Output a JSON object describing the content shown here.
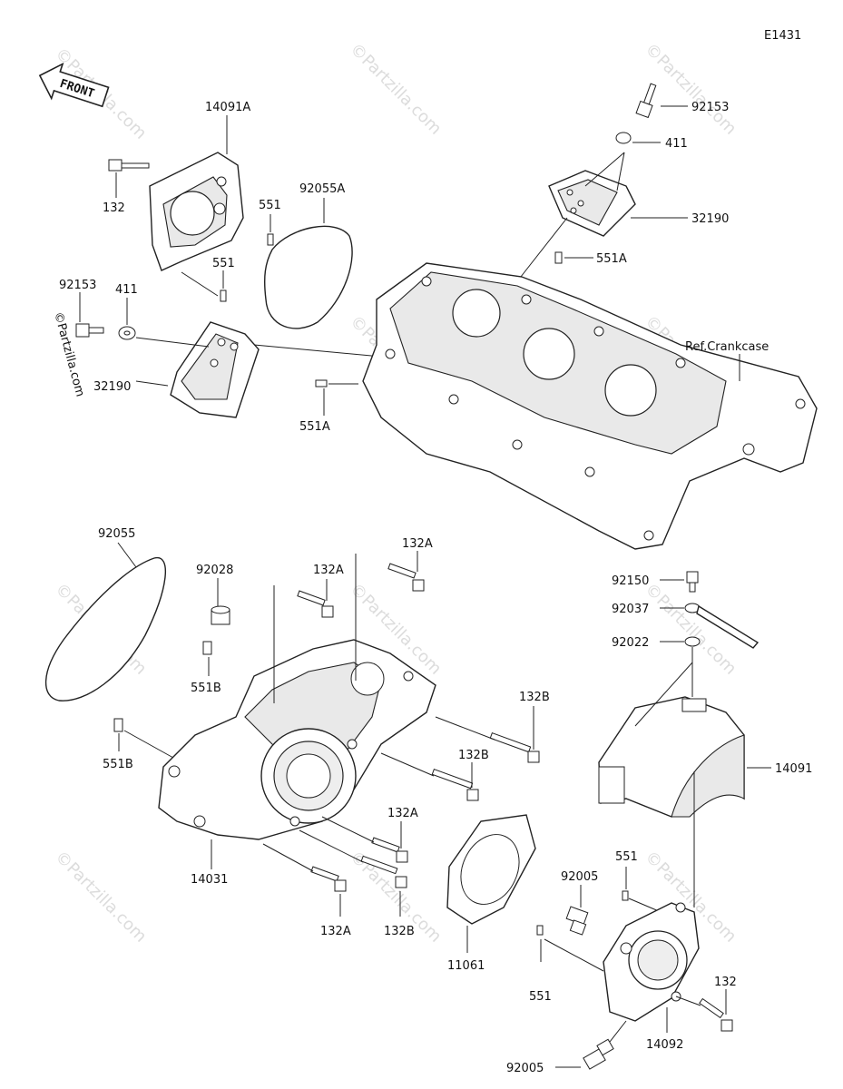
{
  "diagram_code": "E1431",
  "front_label": "FRONT",
  "ref_label": "Ref.Crankcase",
  "watermark": "©Partzilla.com",
  "callouts": {
    "c14091A": "14091A",
    "c132_top": "132",
    "c551_a": "551",
    "c551_b": "551",
    "c92055A": "92055A",
    "c92153_left": "92153",
    "c411_left": "411",
    "c32190_left": "32190",
    "c551A_left": "551A",
    "c92153_right": "92153",
    "c411_right": "411",
    "c32190_right": "32190",
    "c551A_right": "551A",
    "c92055": "92055",
    "c92028": "92028",
    "c132A_1": "132A",
    "c132A_2": "132A",
    "c551B_1": "551B",
    "c551B_2": "551B",
    "c132B_1": "132B",
    "c132B_2": "132B",
    "c132A_3": "132A",
    "c132A_4": "132A",
    "c132B_3": "132B",
    "c14031": "14031",
    "c11061": "11061",
    "c92150": "92150",
    "c92037": "92037",
    "c92022": "92022",
    "c14091": "14091",
    "c551_c": "551",
    "c92005_a": "92005",
    "c551_d": "551",
    "c132_bottom": "132",
    "c14092": "14092",
    "c92005_b": "92005"
  }
}
